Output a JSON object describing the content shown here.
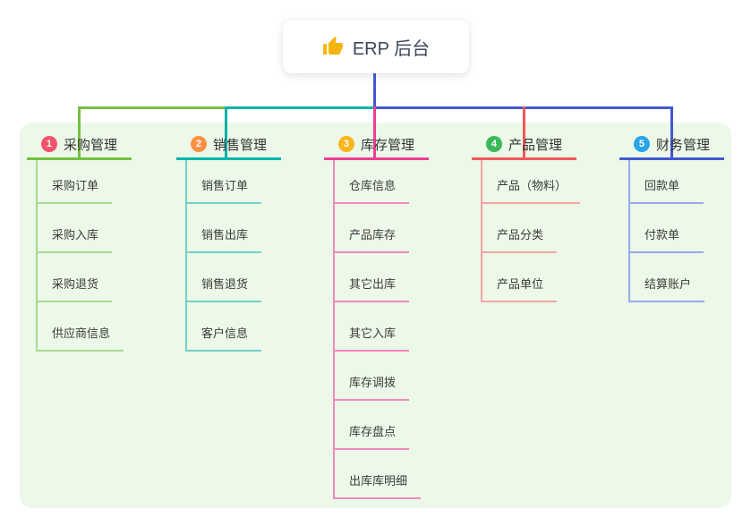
{
  "root": {
    "label": "ERP 后台",
    "icon": "thumbs-up-icon"
  },
  "colors": {
    "page_bg": "#ffffff",
    "panel_bg": "#ecf8e8",
    "root_line": "#4457d1",
    "root_text": "#3a4657",
    "node_text": "#3c3c3c",
    "header_text": "#333333"
  },
  "branches": [
    {
      "num": "1",
      "label": "采购管理",
      "accent": "#76c043",
      "light": "#abd98e",
      "badge": "#f2536b",
      "children": [
        "采购订单",
        "采购入库",
        "采购退货",
        "供应商信息"
      ]
    },
    {
      "num": "2",
      "label": "销售管理",
      "accent": "#00b3a9",
      "light": "#72d1c9",
      "badge": "#fc9044",
      "children": [
        "销售订单",
        "销售出库",
        "销售退货",
        "客户信息"
      ]
    },
    {
      "num": "3",
      "label": "库存管理",
      "accent": "#ec3f92",
      "light": "#f387bd",
      "badge": "#fbb51f",
      "children": [
        "仓库信息",
        "产品库存",
        "其它出库",
        "其它入库",
        "库存调拨",
        "库存盘点",
        "出库库明细"
      ]
    },
    {
      "num": "4",
      "label": "产品管理",
      "accent": "#f15858",
      "light": "#f6a5a5",
      "badge": "#3bb95a",
      "children": [
        "产品（物料）",
        "产品分类",
        "产品单位"
      ]
    },
    {
      "num": "5",
      "label": "财务管理",
      "accent": "#4457d1",
      "light": "#97aaed",
      "badge": "#29a6ea",
      "children": [
        "回款单",
        "付款单",
        "结算账户"
      ]
    }
  ]
}
